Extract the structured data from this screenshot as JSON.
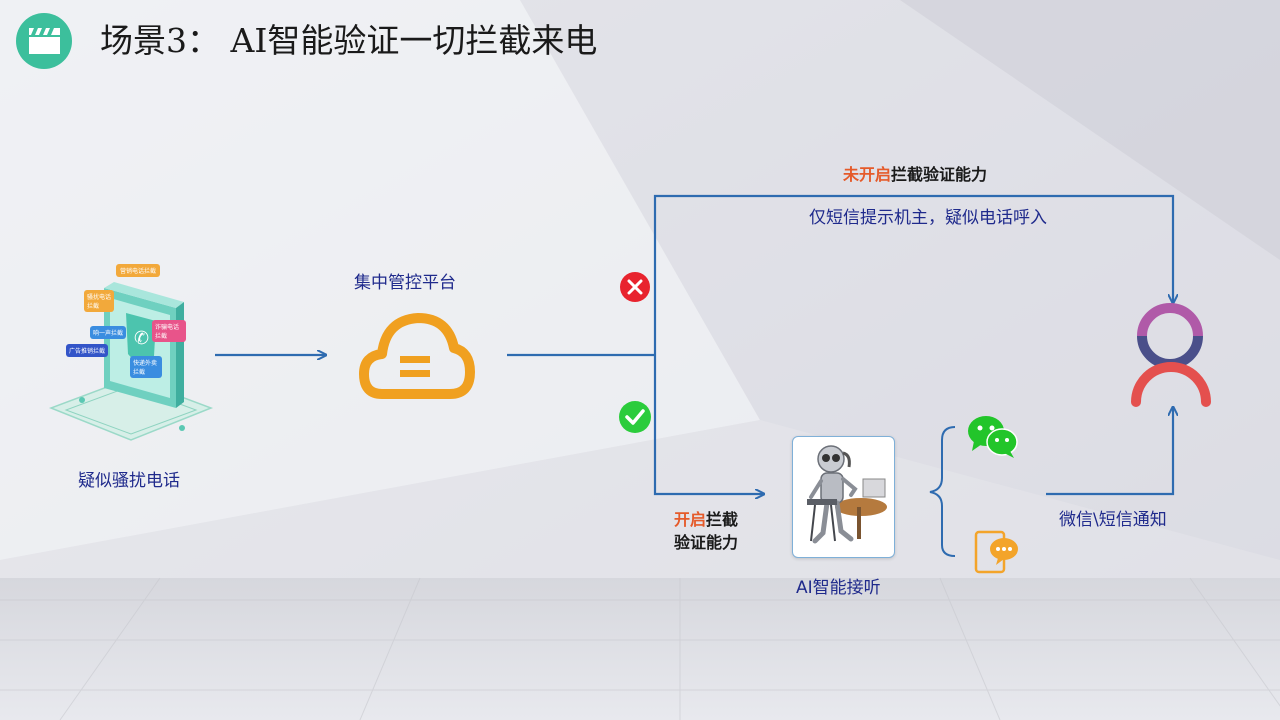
{
  "slide": {
    "title": "场景3：  AI智能验证一切拦截来电"
  },
  "nodes": {
    "source_label": "疑似骚扰电话",
    "platform_label": "集中管控平台",
    "ai_label": "AI智能接听",
    "notify_label": "微信\\短信通知"
  },
  "branches": {
    "off": {
      "highlight": "未开启",
      "rest": "拦截验证能力",
      "description": "仅短信提示机主，疑似电话呼入"
    },
    "on": {
      "highlight": "开启",
      "rest_line1": "拦截",
      "line2": "验证能力"
    }
  },
  "phone_illustration": {
    "tags": [
      "营销电话拦截",
      "骚扰电话拦截",
      "诈骗电话拦截",
      "响一声拦截",
      "广告推销拦截",
      "快递外卖拦截"
    ]
  },
  "colors": {
    "accent_teal": "#3cbf9c",
    "arrow_blue": "#2e6bb0",
    "cloud_orange": "#f0a020",
    "text_blue": "#1f2a8c",
    "highlight_orange": "#e55a2a",
    "reject_red": "#e8232e",
    "accept_green": "#2bcc3c",
    "wechat_green": "#22c52a",
    "sms_orange": "#f3a42a",
    "person_purple": "#b05aa8",
    "person_navy": "#4a4f8a",
    "person_red": "#e4504e"
  },
  "icons": {
    "title": "clapperboard-icon",
    "platform": "cloud-icon",
    "reject": "reject-x-icon",
    "accept": "accept-check-icon",
    "wechat": "wechat-icon",
    "sms": "sms-phone-icon",
    "recipient": "person-icon",
    "ai": "robot-on-phone-icon"
  }
}
